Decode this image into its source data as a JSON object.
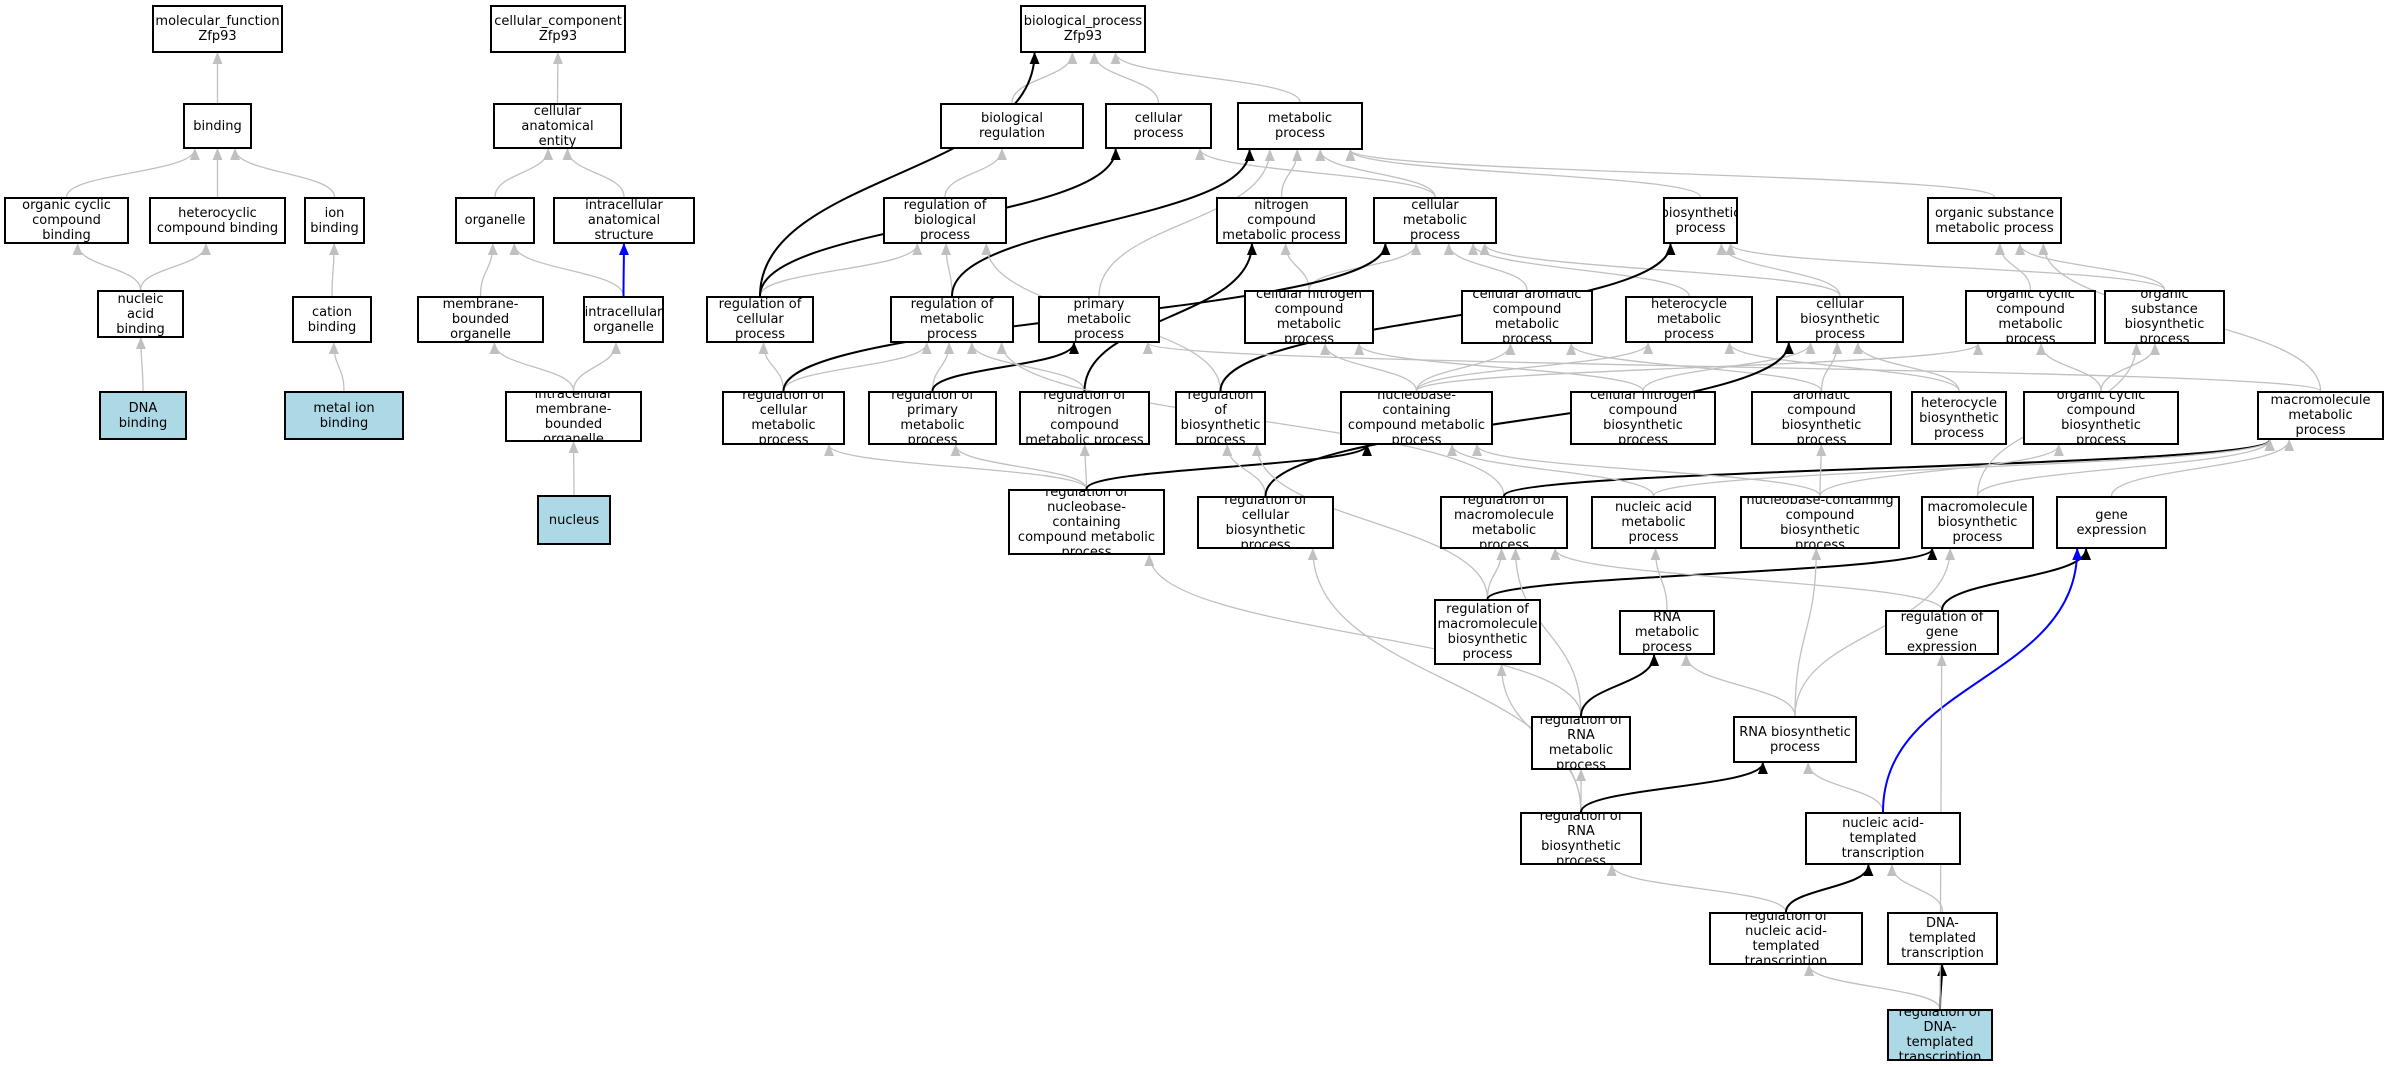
{
  "colors": {
    "background": "#ffffff",
    "node_border": "#000000",
    "node_fill": "#ffffff",
    "highlight_fill": "#add8e6",
    "edge_gray": "#c0c0c0",
    "edge_black": "#000000",
    "edge_blue": "#0000ff"
  },
  "nodes": [
    {
      "id": "mf",
      "label": "molecular_function\nZfp93"
    },
    {
      "id": "binding",
      "label": "binding"
    },
    {
      "id": "ocb",
      "label": "organic cyclic\ncompound binding"
    },
    {
      "id": "hcb",
      "label": "heterocyclic\ncompound binding"
    },
    {
      "id": "ionb",
      "label": "ion binding"
    },
    {
      "id": "nab",
      "label": "nucleic acid\nbinding"
    },
    {
      "id": "cationb",
      "label": "cation binding"
    },
    {
      "id": "dnab",
      "label": "DNA binding",
      "highlight": true
    },
    {
      "id": "metalb",
      "label": "metal ion binding",
      "highlight": true
    },
    {
      "id": "cc",
      "label": "cellular_component\nZfp93"
    },
    {
      "id": "cae",
      "label": "cellular anatomical\nentity"
    },
    {
      "id": "organelle",
      "label": "organelle"
    },
    {
      "id": "ias",
      "label": "intracellular\nanatomical structure"
    },
    {
      "id": "mbo",
      "label": "membrane-bounded\norganelle"
    },
    {
      "id": "io",
      "label": "intracellular\norganelle"
    },
    {
      "id": "imbo",
      "label": "intracellular\nmembrane-bounded\norganelle"
    },
    {
      "id": "nucleus",
      "label": "nucleus",
      "highlight": true
    },
    {
      "id": "bp",
      "label": "biological_process\nZfp93"
    },
    {
      "id": "breg",
      "label": "biological regulation"
    },
    {
      "id": "cproc",
      "label": "cellular process"
    },
    {
      "id": "metab",
      "label": "metabolic process"
    },
    {
      "id": "regbp",
      "label": "regulation of\nbiological process"
    },
    {
      "id": "ncmp",
      "label": "nitrogen compound\nmetabolic process"
    },
    {
      "id": "cmp",
      "label": "cellular metabolic\nprocess"
    },
    {
      "id": "bios",
      "label": "biosynthetic\nprocess"
    },
    {
      "id": "osmp",
      "label": "organic substance\nmetabolic process"
    },
    {
      "id": "regcp",
      "label": "regulation of\ncellular process"
    },
    {
      "id": "regmp",
      "label": "regulation of\nmetabolic process"
    },
    {
      "id": "pmp",
      "label": "primary metabolic\nprocess"
    },
    {
      "id": "cncmp",
      "label": "cellular nitrogen\ncompound metabolic\nprocess"
    },
    {
      "id": "cacmp",
      "label": "cellular aromatic\ncompound metabolic\nprocess"
    },
    {
      "id": "hmp",
      "label": "heterocycle\nmetabolic process"
    },
    {
      "id": "cbp",
      "label": "cellular biosynthetic\nprocess"
    },
    {
      "id": "occmp",
      "label": "organic cyclic\ncompound metabolic\nprocess"
    },
    {
      "id": "osbp",
      "label": "organic substance\nbiosynthetic\nprocess"
    },
    {
      "id": "regcmp",
      "label": "regulation of\ncellular metabolic\nprocess"
    },
    {
      "id": "regpmp",
      "label": "regulation of\nprimary metabolic\nprocess"
    },
    {
      "id": "regncmp",
      "label": "regulation of\nnitrogen compound\nmetabolic process"
    },
    {
      "id": "regbios",
      "label": "regulation of\nbiosynthetic\nprocess"
    },
    {
      "id": "nbcmp",
      "label": "nucleobase-containing\ncompound metabolic\nprocess"
    },
    {
      "id": "cncbp",
      "label": "cellular nitrogen\ncompound biosynthetic\nprocess"
    },
    {
      "id": "acbp",
      "label": "aromatic compound\nbiosynthetic\nprocess"
    },
    {
      "id": "hbp",
      "label": "heterocycle\nbiosynthetic\nprocess"
    },
    {
      "id": "occbp",
      "label": "organic cyclic\ncompound biosynthetic\nprocess"
    },
    {
      "id": "macmp",
      "label": "macromolecule\nmetabolic process"
    },
    {
      "id": "regnbcmp",
      "label": "regulation of\nnucleobase-containing\ncompound metabolic\nprocess"
    },
    {
      "id": "regcbp",
      "label": "regulation of\ncellular biosynthetic\nprocess"
    },
    {
      "id": "regmacmp",
      "label": "regulation of\nmacromolecule\nmetabolic process"
    },
    {
      "id": "namp",
      "label": "nucleic acid\nmetabolic process"
    },
    {
      "id": "nbcbp",
      "label": "nucleobase-containing\ncompound biosynthetic\nprocess"
    },
    {
      "id": "macbp",
      "label": "macromolecule\nbiosynthetic\nprocess"
    },
    {
      "id": "gexp",
      "label": "gene expression"
    },
    {
      "id": "regmacbp",
      "label": "regulation of\nmacromolecule\nbiosynthetic\nprocess"
    },
    {
      "id": "rnamp",
      "label": "RNA metabolic\nprocess"
    },
    {
      "id": "reggexp",
      "label": "regulation of\ngene expression"
    },
    {
      "id": "regrnamp",
      "label": "regulation of\nRNA metabolic\nprocess"
    },
    {
      "id": "rnabp",
      "label": "RNA biosynthetic\nprocess"
    },
    {
      "id": "regrnabp",
      "label": "regulation of\nRNA biosynthetic\nprocess"
    },
    {
      "id": "natt",
      "label": "nucleic acid-templated\ntranscription"
    },
    {
      "id": "regnatt",
      "label": "regulation of\nnucleic acid-templated\ntranscription"
    },
    {
      "id": "dnatt",
      "label": "DNA-templated\ntranscription"
    },
    {
      "id": "regdnatt",
      "label": "regulation of\nDNA-templated\ntranscription",
      "highlight": true
    }
  ],
  "edges": [
    {
      "from": "binding",
      "to": "mf",
      "style": "gray"
    },
    {
      "from": "ocb",
      "to": "binding",
      "style": "gray"
    },
    {
      "from": "hcb",
      "to": "binding",
      "style": "gray"
    },
    {
      "from": "ionb",
      "to": "binding",
      "style": "gray"
    },
    {
      "from": "nab",
      "to": "ocb",
      "style": "gray"
    },
    {
      "from": "nab",
      "to": "hcb",
      "style": "gray"
    },
    {
      "from": "cationb",
      "to": "ionb",
      "style": "gray"
    },
    {
      "from": "dnab",
      "to": "nab",
      "style": "gray"
    },
    {
      "from": "metalb",
      "to": "cationb",
      "style": "gray"
    },
    {
      "from": "cae",
      "to": "cc",
      "style": "gray"
    },
    {
      "from": "organelle",
      "to": "cae",
      "style": "gray"
    },
    {
      "from": "ias",
      "to": "cae",
      "style": "gray"
    },
    {
      "from": "mbo",
      "to": "organelle",
      "style": "gray"
    },
    {
      "from": "io",
      "to": "organelle",
      "style": "gray"
    },
    {
      "from": "io",
      "to": "ias",
      "style": "blue"
    },
    {
      "from": "imbo",
      "to": "mbo",
      "style": "gray"
    },
    {
      "from": "imbo",
      "to": "io",
      "style": "gray"
    },
    {
      "from": "nucleus",
      "to": "imbo",
      "style": "gray"
    },
    {
      "from": "breg",
      "to": "bp",
      "style": "gray"
    },
    {
      "from": "cproc",
      "to": "bp",
      "style": "gray"
    },
    {
      "from": "metab",
      "to": "bp",
      "style": "gray"
    },
    {
      "from": "regbp",
      "to": "breg",
      "style": "gray"
    },
    {
      "from": "ncmp",
      "to": "metab",
      "style": "gray"
    },
    {
      "from": "cmp",
      "to": "metab",
      "style": "gray"
    },
    {
      "from": "cmp",
      "to": "cproc",
      "style": "gray"
    },
    {
      "from": "bios",
      "to": "metab",
      "style": "gray"
    },
    {
      "from": "osmp",
      "to": "metab",
      "style": "gray"
    },
    {
      "from": "regcp",
      "to": "regbp",
      "style": "gray"
    },
    {
      "from": "regcp",
      "to": "cproc",
      "style": "black"
    },
    {
      "from": "regcp",
      "to": "bp",
      "style": "black"
    },
    {
      "from": "regmp",
      "to": "regbp",
      "style": "gray"
    },
    {
      "from": "regmp",
      "to": "metab",
      "style": "black"
    },
    {
      "from": "pmp",
      "to": "metab",
      "style": "gray"
    },
    {
      "from": "cncmp",
      "to": "ncmp",
      "style": "gray"
    },
    {
      "from": "cncmp",
      "to": "cmp",
      "style": "gray"
    },
    {
      "from": "cacmp",
      "to": "cmp",
      "style": "gray"
    },
    {
      "from": "hmp",
      "to": "cmp",
      "style": "gray"
    },
    {
      "from": "cbp",
      "to": "bios",
      "style": "gray"
    },
    {
      "from": "cbp",
      "to": "cmp",
      "style": "gray"
    },
    {
      "from": "occmp",
      "to": "osmp",
      "style": "gray"
    },
    {
      "from": "osbp",
      "to": "osmp",
      "style": "gray"
    },
    {
      "from": "osbp",
      "to": "bios",
      "style": "gray"
    },
    {
      "from": "regcmp",
      "to": "regcp",
      "style": "gray"
    },
    {
      "from": "regcmp",
      "to": "regmp",
      "style": "gray"
    },
    {
      "from": "regcmp",
      "to": "cmp",
      "style": "black"
    },
    {
      "from": "regpmp",
      "to": "regmp",
      "style": "gray"
    },
    {
      "from": "regpmp",
      "to": "pmp",
      "style": "black"
    },
    {
      "from": "regncmp",
      "to": "regmp",
      "style": "gray"
    },
    {
      "from": "regncmp",
      "to": "ncmp",
      "style": "black"
    },
    {
      "from": "regbios",
      "to": "regbp",
      "style": "gray"
    },
    {
      "from": "regbios",
      "to": "bios",
      "style": "black"
    },
    {
      "from": "nbcmp",
      "to": "cncmp",
      "style": "gray"
    },
    {
      "from": "nbcmp",
      "to": "cacmp",
      "style": "gray"
    },
    {
      "from": "nbcmp",
      "to": "hmp",
      "style": "gray"
    },
    {
      "from": "nbcmp",
      "to": "occmp",
      "style": "gray"
    },
    {
      "from": "cncbp",
      "to": "cncmp",
      "style": "gray"
    },
    {
      "from": "cncbp",
      "to": "cbp",
      "style": "gray"
    },
    {
      "from": "acbp",
      "to": "cacmp",
      "style": "gray"
    },
    {
      "from": "acbp",
      "to": "cbp",
      "style": "gray"
    },
    {
      "from": "hbp",
      "to": "hmp",
      "style": "gray"
    },
    {
      "from": "hbp",
      "to": "cbp",
      "style": "gray"
    },
    {
      "from": "occbp",
      "to": "occmp",
      "style": "gray"
    },
    {
      "from": "occbp",
      "to": "osbp",
      "style": "gray"
    },
    {
      "from": "macmp",
      "to": "osmp",
      "style": "gray"
    },
    {
      "from": "macmp",
      "to": "pmp",
      "style": "gray"
    },
    {
      "from": "regnbcmp",
      "to": "regcmp",
      "style": "gray"
    },
    {
      "from": "regnbcmp",
      "to": "regpmp",
      "style": "gray"
    },
    {
      "from": "regnbcmp",
      "to": "regncmp",
      "style": "gray"
    },
    {
      "from": "regnbcmp",
      "to": "nbcmp",
      "style": "black"
    },
    {
      "from": "regcbp",
      "to": "regbios",
      "style": "gray"
    },
    {
      "from": "regcbp",
      "to": "cbp",
      "style": "black"
    },
    {
      "from": "regmacmp",
      "to": "regmp",
      "style": "gray"
    },
    {
      "from": "regmacmp",
      "to": "macmp",
      "style": "black"
    },
    {
      "from": "namp",
      "to": "nbcmp",
      "style": "gray"
    },
    {
      "from": "namp",
      "to": "macmp",
      "style": "gray"
    },
    {
      "from": "nbcbp",
      "to": "nbcmp",
      "style": "gray"
    },
    {
      "from": "nbcbp",
      "to": "acbp",
      "style": "gray"
    },
    {
      "from": "nbcbp",
      "to": "occbp",
      "style": "gray"
    },
    {
      "from": "macbp",
      "to": "macmp",
      "style": "gray"
    },
    {
      "from": "macbp",
      "to": "osbp",
      "style": "gray"
    },
    {
      "from": "gexp",
      "to": "macmp",
      "style": "gray"
    },
    {
      "from": "regmacbp",
      "to": "regmacmp",
      "style": "gray"
    },
    {
      "from": "regmacbp",
      "to": "regbios",
      "style": "gray"
    },
    {
      "from": "regmacbp",
      "to": "macbp",
      "style": "black"
    },
    {
      "from": "rnamp",
      "to": "namp",
      "style": "gray"
    },
    {
      "from": "reggexp",
      "to": "regmacmp",
      "style": "gray"
    },
    {
      "from": "reggexp",
      "to": "gexp",
      "style": "black"
    },
    {
      "from": "regrnamp",
      "to": "regnbcmp",
      "style": "gray"
    },
    {
      "from": "regrnamp",
      "to": "regmacmp",
      "style": "gray"
    },
    {
      "from": "regrnamp",
      "to": "rnamp",
      "style": "black"
    },
    {
      "from": "rnabp",
      "to": "rnamp",
      "style": "gray"
    },
    {
      "from": "rnabp",
      "to": "nbcbp",
      "style": "gray"
    },
    {
      "from": "rnabp",
      "to": "macbp",
      "style": "gray"
    },
    {
      "from": "regrnabp",
      "to": "regrnamp",
      "style": "gray"
    },
    {
      "from": "regrnabp",
      "to": "regmacbp",
      "style": "gray"
    },
    {
      "from": "regrnabp",
      "to": "regcbp",
      "style": "gray"
    },
    {
      "from": "regrnabp",
      "to": "rnabp",
      "style": "black"
    },
    {
      "from": "natt",
      "to": "rnabp",
      "style": "gray"
    },
    {
      "from": "natt",
      "to": "gexp",
      "style": "blue"
    },
    {
      "from": "regnatt",
      "to": "regrnabp",
      "style": "gray"
    },
    {
      "from": "regnatt",
      "to": "natt",
      "style": "black"
    },
    {
      "from": "dnatt",
      "to": "natt",
      "style": "gray"
    },
    {
      "from": "regdnatt",
      "to": "regnatt",
      "style": "gray"
    },
    {
      "from": "regdnatt",
      "to": "dnatt",
      "style": "black"
    },
    {
      "from": "regdnatt",
      "to": "reggexp",
      "style": "gray"
    }
  ]
}
